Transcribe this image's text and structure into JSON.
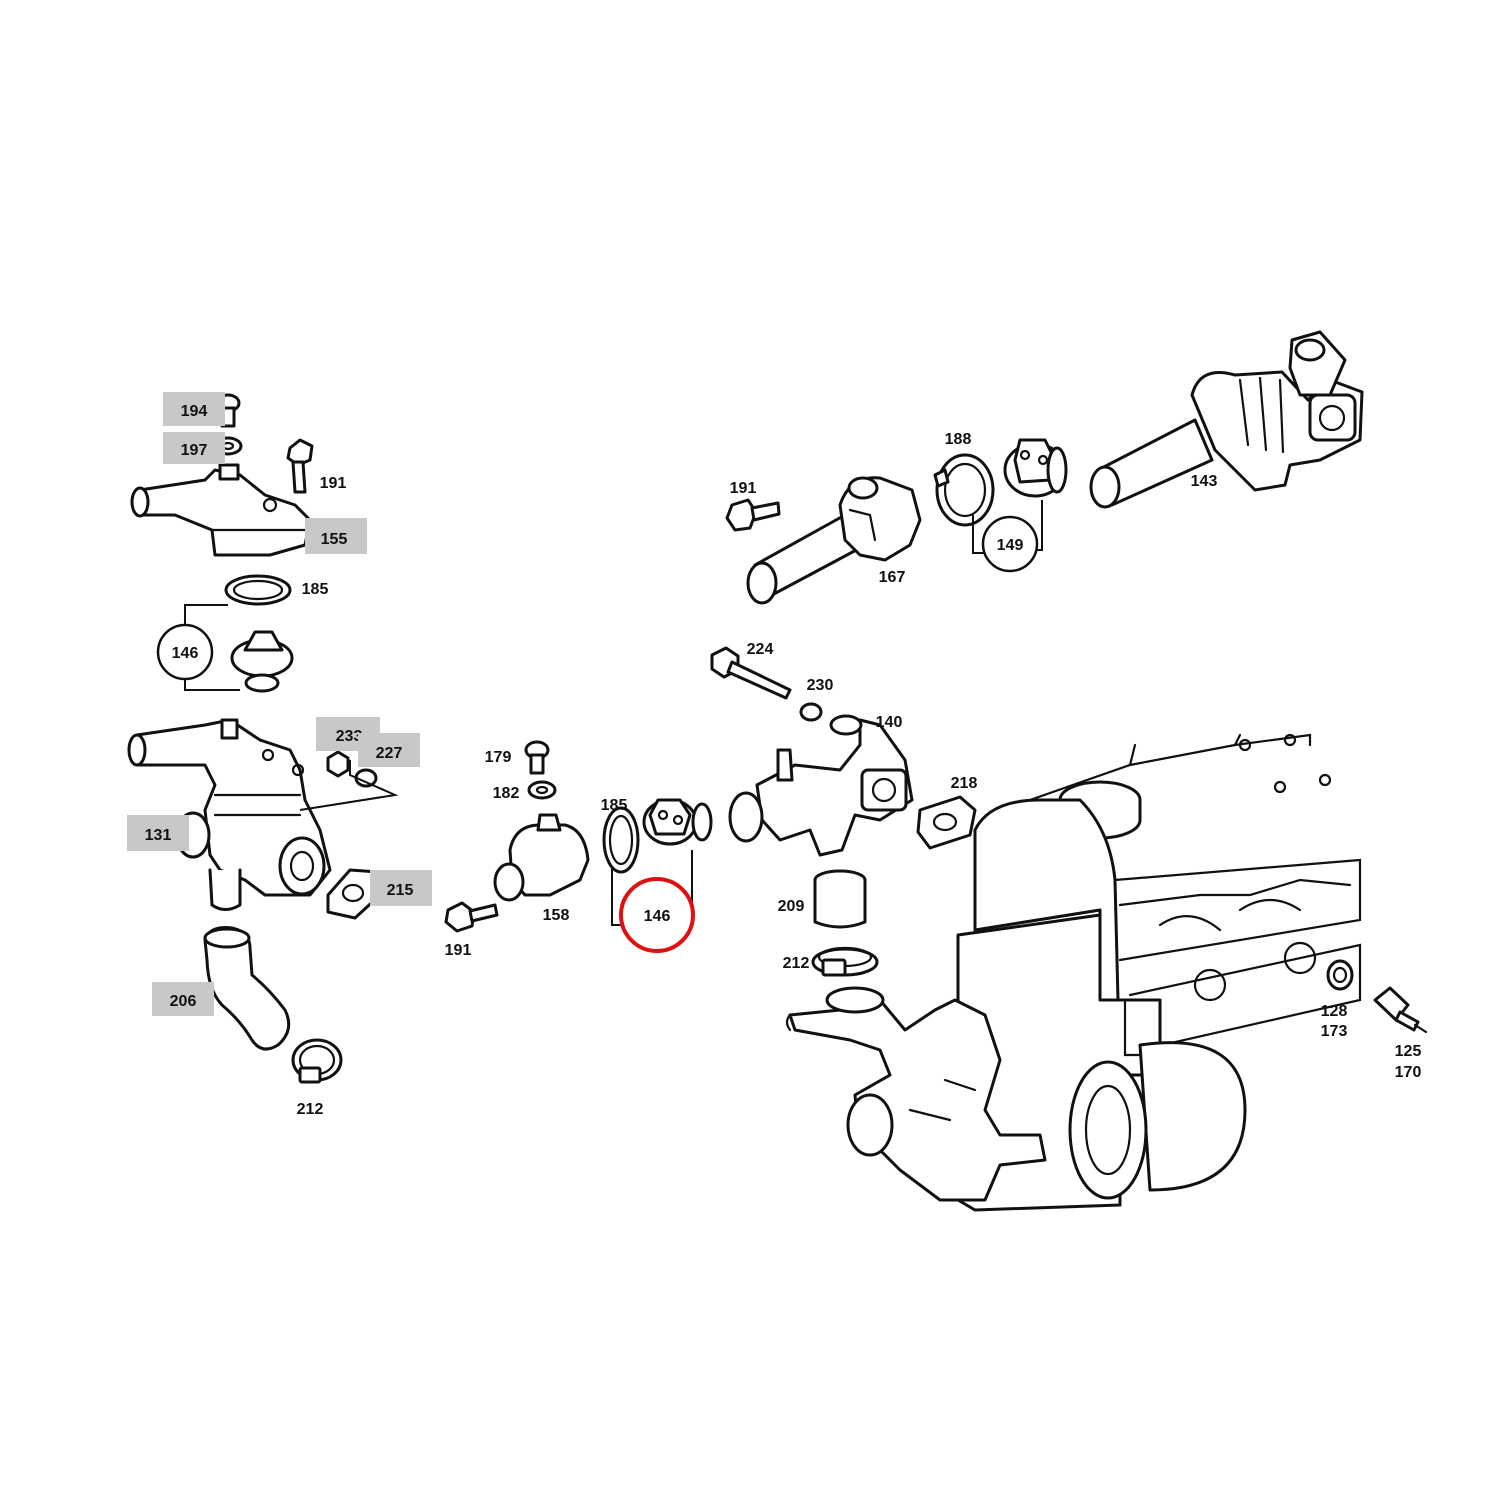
{
  "colors": {
    "highlight": "#c8c8c8",
    "selected_ring": "#dd1111",
    "line": "#111111"
  },
  "labels": {
    "l194": "194",
    "l197": "197",
    "l191a": "191",
    "l155": "155",
    "l185a": "185",
    "l146a": "146",
    "l233": "233",
    "l227": "227",
    "l131": "131",
    "l215": "215",
    "l206": "206",
    "l212a": "212",
    "l191b": "191",
    "l188": "188",
    "l149": "149",
    "l143": "143",
    "l167": "167",
    "l224": "224",
    "l230": "230",
    "l140": "140",
    "l179": "179",
    "l182": "182",
    "l185b": "185",
    "l158": "158",
    "l191c": "191",
    "l146b": "146",
    "l218": "218",
    "l209": "209",
    "l212b": "212",
    "l128": "128",
    "l173": "173",
    "l125": "125",
    "l170": "170"
  }
}
